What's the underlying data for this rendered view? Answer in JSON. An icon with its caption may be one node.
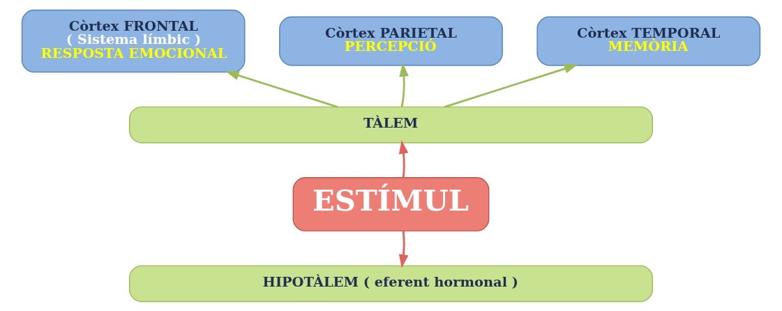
{
  "diagram": {
    "nodes": [
      {
        "text": [
          "Còrtex FRONTAL",
          "( Sistema límbic )",
          "RESPOSTA EMOCIONAL"
        ]
      },
      {
        "text": [
          "Còrtex PARIETAL",
          "PERCEPCIÓ"
        ]
      },
      {
        "text": [
          "Còrtex TEMPORAL",
          "MEMÒRIA"
        ]
      },
      {
        "text": [
          "TÀLEM"
        ]
      },
      {
        "text": [
          "ESTÍMUL"
        ]
      },
      {
        "text": [
          "HIPOTÀLEM ( eferent hormonal )"
        ]
      }
    ],
    "edges": [
      {
        "from": 3,
        "to": 0,
        "arrow": "to"
      },
      {
        "from": 3,
        "to": 1,
        "arrow": "to"
      },
      {
        "from": 3,
        "to": 2,
        "arrow": "to"
      },
      {
        "from": 4,
        "to": 3,
        "arrow": "to",
        "color": "#e0625a"
      },
      {
        "from": 4,
        "to": 5,
        "arrow": "to",
        "color": "#e0625a"
      }
    ]
  }
}
